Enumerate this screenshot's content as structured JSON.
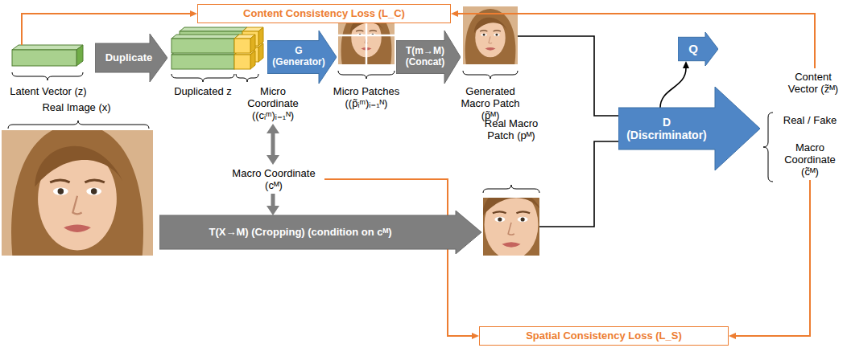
{
  "diagram": {
    "nodes": [
      {
        "text": [
          "Content Consistency Loss (L_C)"
        ]
      },
      {
        "text": [
          "Latent Vector (z)"
        ]
      },
      {
        "text": [
          "Duplicate"
        ]
      },
      {
        "text": [
          "Duplicated z",
          "Micro Coordinate ((cᵢᵐ)ᵢ₌₁ᴺ)"
        ]
      },
      {
        "text": [
          "G (Generator)"
        ]
      },
      {
        "text": [
          "Micro Patches ((p̃ᵢᵐ)ᵢ₌₁ᴺ)"
        ]
      },
      {
        "text": [
          "T(m→M) (Concat)"
        ]
      },
      {
        "text": [
          "Generated Macro Patch (p̃ᴹ)"
        ]
      },
      {
        "text": [
          "D (Discriminator)"
        ]
      },
      {
        "text": [
          "Q"
        ]
      },
      {
        "text": [
          "Content Vector (z̃ᴹ)"
        ]
      },
      {
        "text": [
          "Real / Fake"
        ]
      },
      {
        "text": [
          "Macro Coordinate (c̃ᴹ)"
        ]
      },
      {
        "text": [
          "Real Image (x)"
        ]
      },
      {
        "text": [
          "Macro Coordinate (cᴹ)"
        ]
      },
      {
        "text": [
          "T(X→M) (Cropping) (condition on cᴹ)"
        ]
      },
      {
        "text": [
          "Real Macro Patch (pᴹ)"
        ]
      },
      {
        "text": [
          "Spatial Consistency Loss (L_S)"
        ]
      }
    ],
    "edges": [
      {
        "from": 1,
        "to": 0,
        "arrow": "to"
      },
      {
        "from": 10,
        "to": 0,
        "arrow": "to"
      },
      {
        "from": 3,
        "to": 14,
        "arrow": "both"
      },
      {
        "from": 14,
        "to": 15,
        "arrow": "to"
      },
      {
        "from": 7,
        "to": 8,
        "arrow": "none"
      },
      {
        "from": 16,
        "to": 8,
        "arrow": "none"
      },
      {
        "from": 8,
        "to": 9,
        "arrow": "to"
      },
      {
        "from": 14,
        "to": 17,
        "arrow": "to"
      },
      {
        "from": 12,
        "to": 17,
        "arrow": "to"
      }
    ]
  }
}
